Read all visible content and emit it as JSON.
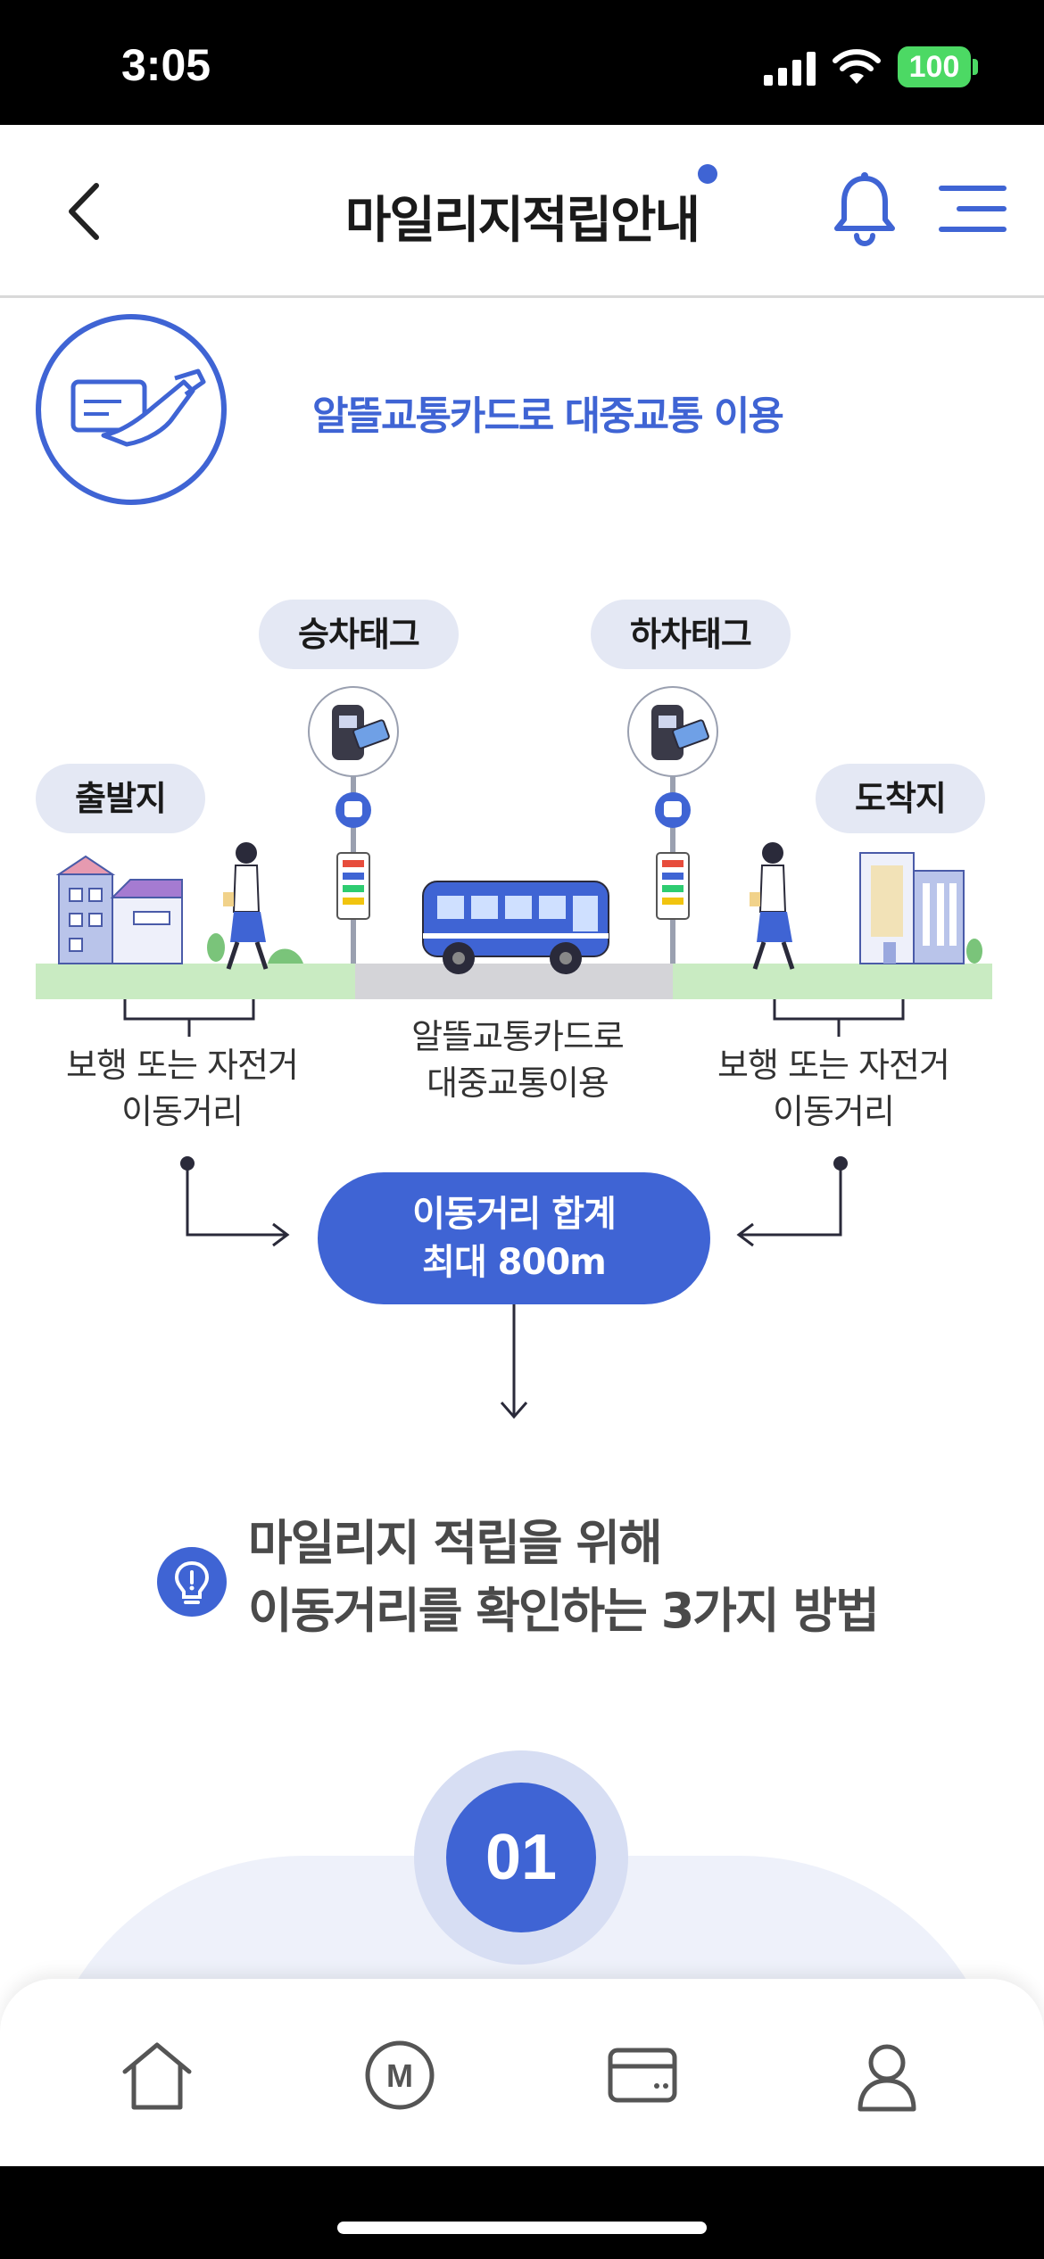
{
  "status_bar": {
    "time": "3:05",
    "battery": "100"
  },
  "header": {
    "title": "마일리지적립안내"
  },
  "section": {
    "heading": "알뜰교통카드로 대중교통 이용",
    "labels": {
      "boarding": "승차태그",
      "alighting": "하차태그",
      "departure": "출발지",
      "arrival": "도착지"
    },
    "captions": {
      "left_line1": "보행 또는 자전거",
      "left_line2": "이동거리",
      "middle_line1": "알뜰교통카드로",
      "middle_line2": "대중교통이용",
      "right_line1": "보행 또는 자전거",
      "right_line2": "이동거리"
    },
    "total": {
      "line1": "이동거리 합계",
      "line2": "최대 800m"
    }
  },
  "tip": {
    "line1": "마일리지 적립을 위해",
    "line2": "이동거리를 확인하는 3가지 방법"
  },
  "step": {
    "number": "01"
  },
  "bottom_nav": {
    "items": [
      {
        "icon": "home-icon"
      },
      {
        "icon": "mileage-icon",
        "glyph": "M"
      },
      {
        "icon": "card-icon"
      },
      {
        "icon": "profile-icon"
      }
    ]
  },
  "colors": {
    "accent": "#3f64d4",
    "pill_bg": "#e4e8f4",
    "ground_green": "#c9ebc2",
    "road_gray": "#d4d4d8"
  }
}
